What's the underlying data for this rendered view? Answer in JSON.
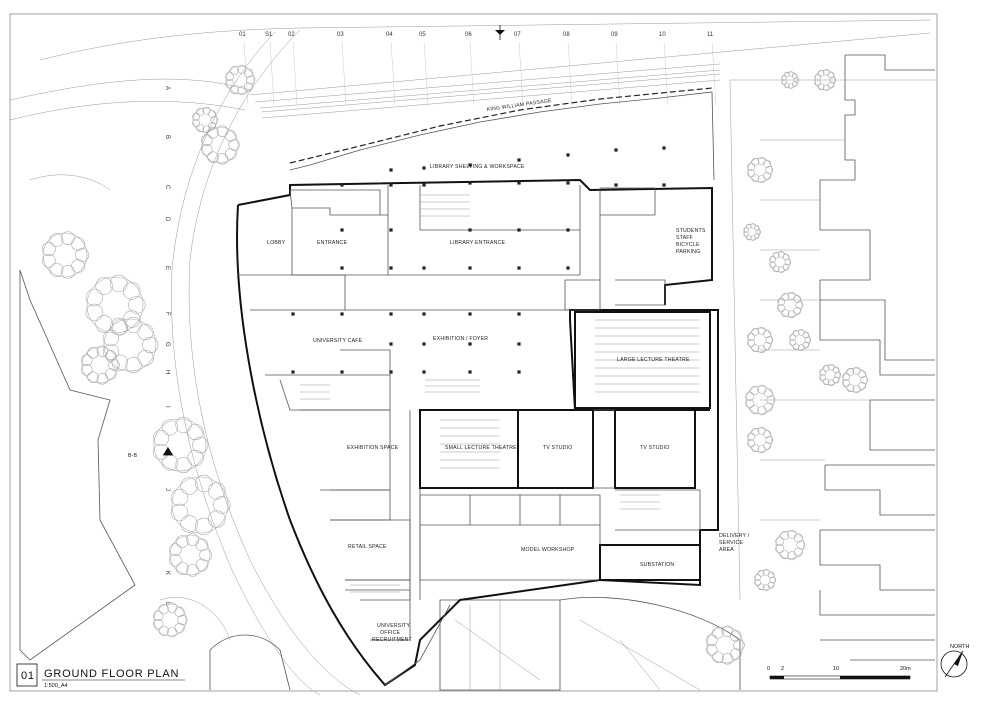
{
  "drawing": {
    "number": "01",
    "title": "GROUND FLOOR PLAN",
    "scale": "1:500_A4"
  },
  "grid": {
    "columns": [
      "01",
      "S1",
      "02",
      "03",
      "04",
      "05",
      "06",
      "07",
      "08",
      "09",
      "10",
      "11"
    ],
    "rows": [
      "A",
      "B",
      "C",
      "D",
      "E",
      "F",
      "G",
      "H",
      "I",
      "J",
      "K",
      "L"
    ]
  },
  "section_marker": "B-B",
  "rooms": {
    "passage": "KING WILLIAM PASSAGE",
    "library_shelving": "LIBRARY SHELVING & WORKSPACE",
    "lobby": "LOBBY",
    "entrance": "ENTRANCE",
    "library_entrance": "LIBRARY ENTRANCE",
    "parking_1": "STUDENTS",
    "parking_2": "STAFF",
    "parking_3": "BICYCLE",
    "parking_4": "PARKING",
    "cafe": "UNIVERSITY CAFE",
    "foyer": "EXHIBITION / FOYER",
    "large_lecture": "LARGE LECTURE THEATRE",
    "exhibition_space": "EXHIBITION SPACE",
    "small_lecture": "SMALL LECTURE THEATRE",
    "tv_studio_1": "TV STUDIO",
    "tv_studio_2": "TV STUDIO",
    "retail": "RETAIL SPACE",
    "model_workshop": "MODEL WORKSHOP",
    "delivery_1": "DELIVERY /",
    "delivery_2": "SERVICE",
    "delivery_3": "AREA",
    "substation": "SUBSTATION",
    "office_1": "UNIVERSITY",
    "office_2": "OFFICE",
    "office_3": "RECRUITMENT"
  },
  "scale_bar": {
    "ticks": [
      "0",
      "2",
      "10",
      "20m"
    ]
  },
  "north": "NORTH",
  "colors": {
    "ink": "#111111",
    "context": "#999999",
    "background": "#ffffff"
  }
}
